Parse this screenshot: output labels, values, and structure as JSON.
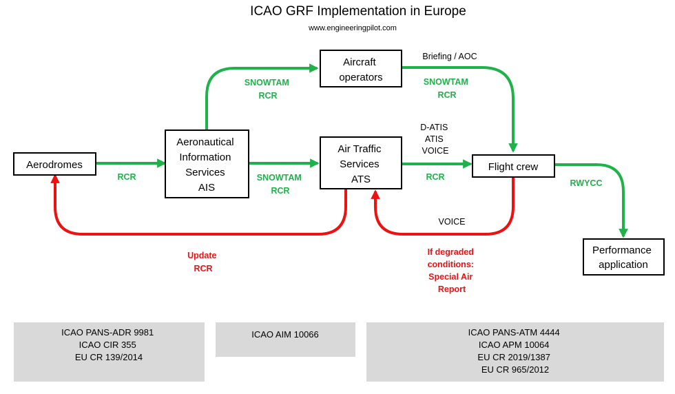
{
  "title": "ICAO GRF Implementation in Europe",
  "subtitle": "www.engineeringpilot.com",
  "colors": {
    "green": "#1fb14a",
    "red": "#ee1111",
    "gray_box": "#d9d9d9"
  },
  "nodes": [
    {
      "id": "aerodromes",
      "lines": [
        "Aerodromes"
      ]
    },
    {
      "id": "ais",
      "lines": [
        "Aeronautical",
        "Information",
        "Services",
        "AIS"
      ]
    },
    {
      "id": "aircraft-operators",
      "lines": [
        "Aircraft",
        "operators"
      ]
    },
    {
      "id": "ats",
      "lines": [
        "Air Traffic",
        "Services",
        "ATS"
      ]
    },
    {
      "id": "flight-crew",
      "lines": [
        "Flight crew"
      ]
    },
    {
      "id": "performance-application",
      "lines": [
        "Performance",
        "application"
      ]
    }
  ],
  "edge_labels": [
    {
      "id": "aerodromes-ais",
      "lines": [
        "RCR"
      ],
      "color": "green"
    },
    {
      "id": "ais-operators",
      "lines": [
        "SNOWTAM",
        "RCR"
      ],
      "color": "green"
    },
    {
      "id": "ais-ats",
      "lines": [
        "SNOWTAM",
        "RCR"
      ],
      "color": "green"
    },
    {
      "id": "operators-crew-top",
      "lines": [
        "Briefing / AOC"
      ],
      "color": "black"
    },
    {
      "id": "operators-crew",
      "lines": [
        "SNOWTAM",
        "RCR"
      ],
      "color": "green"
    },
    {
      "id": "ats-crew-top",
      "lines": [
        "D-ATIS",
        "ATIS",
        "VOICE"
      ],
      "color": "black"
    },
    {
      "id": "ats-crew",
      "lines": [
        "RCR"
      ],
      "color": "green"
    },
    {
      "id": "crew-performance",
      "lines": [
        "RWYCC"
      ],
      "color": "green"
    },
    {
      "id": "ats-aerodromes",
      "lines": [
        "Update",
        "RCR"
      ],
      "color": "red"
    },
    {
      "id": "crew-ats-top",
      "lines": [
        "VOICE"
      ],
      "color": "black"
    },
    {
      "id": "crew-ats",
      "lines": [
        "If degraded",
        "conditions:",
        "Special Air",
        "Report"
      ],
      "color": "red"
    }
  ],
  "references": [
    {
      "id": "ref-aerodromes",
      "lines": [
        "ICAO PANS-ADR 9981",
        "ICAO CIR 355",
        "EU CR 139/2014"
      ]
    },
    {
      "id": "ref-ais",
      "lines": [
        "ICAO AIM 10066"
      ]
    },
    {
      "id": "ref-ats",
      "lines": [
        "ICAO PANS-ATM 4444",
        "ICAO APM 10064",
        "EU CR 2019/1387",
        "EU CR 965/2012"
      ]
    }
  ]
}
